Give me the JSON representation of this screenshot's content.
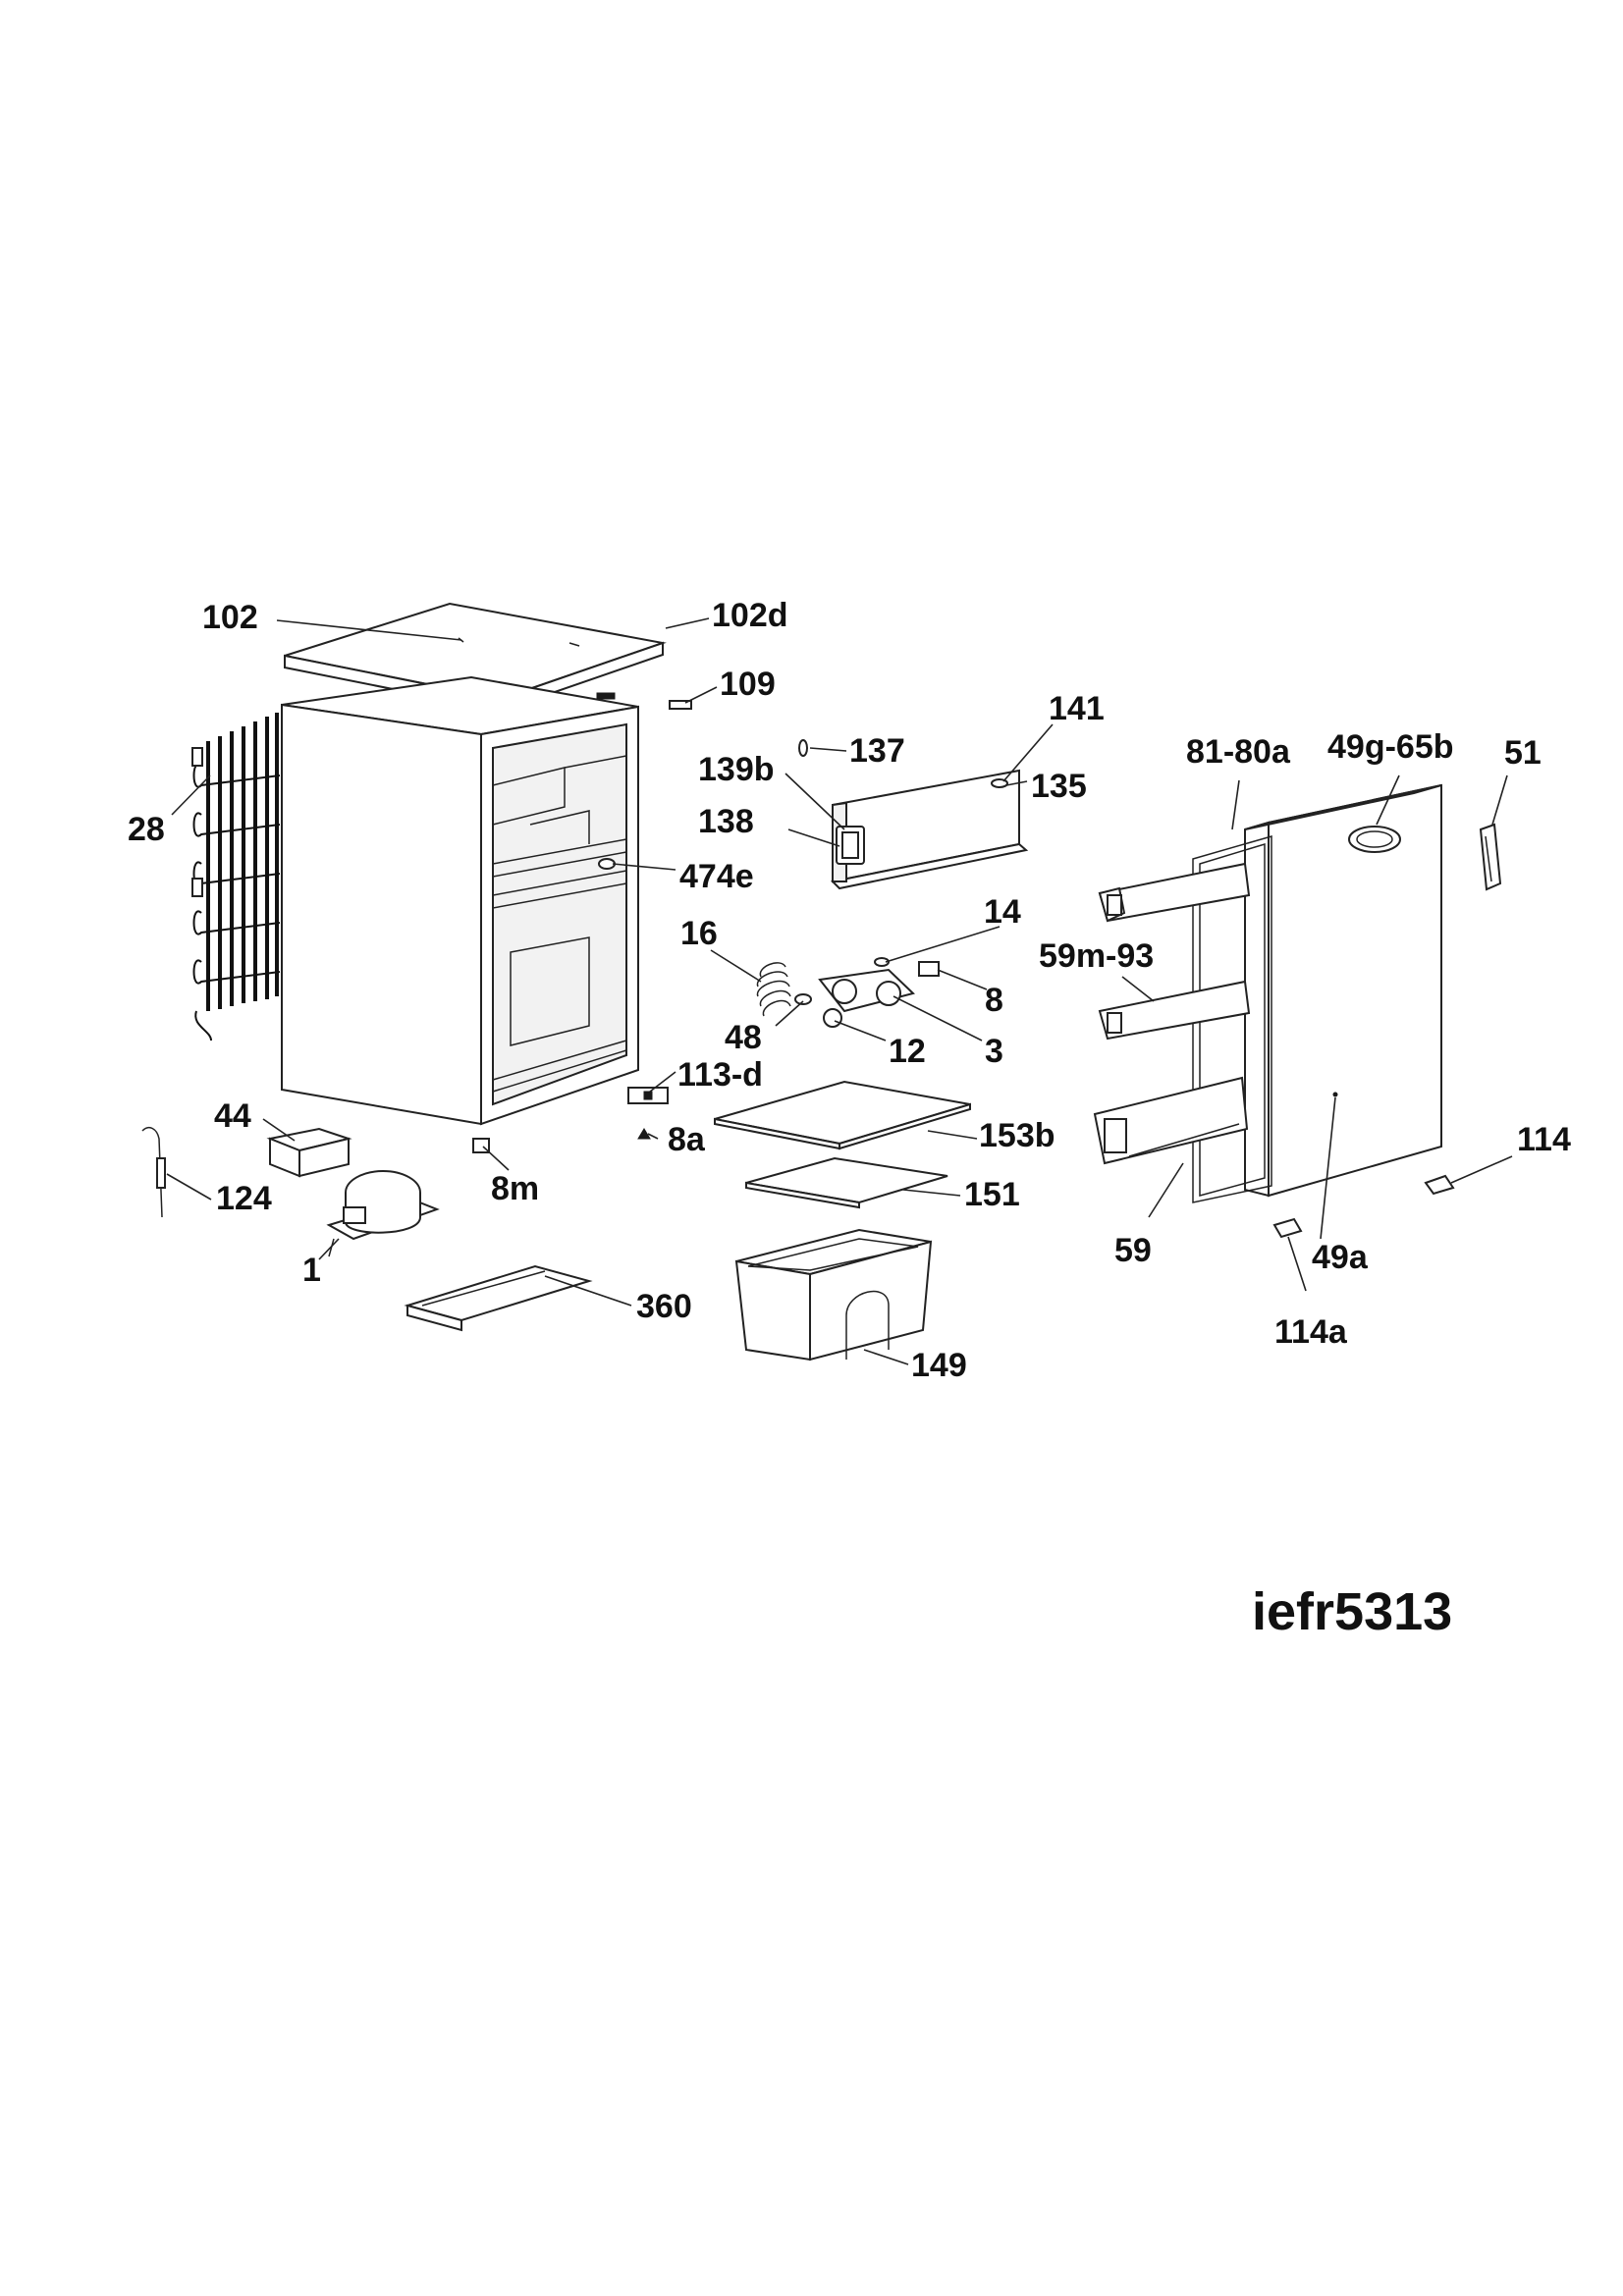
{
  "model_code": "iefr5313",
  "part_labels": {
    "p102": "102",
    "p102d": "102d",
    "p109": "109",
    "p141": "141",
    "p137": "137",
    "p139b": "139b",
    "p135": "135",
    "p138": "138",
    "p28": "28",
    "p474e": "474e",
    "p16": "16",
    "p14": "14",
    "p8": "8",
    "p48": "48",
    "p12": "12",
    "p3": "3",
    "p113d": "113-d",
    "p44": "44",
    "p8a": "8a",
    "p153b": "153b",
    "p124": "124",
    "p8m": "8m",
    "p151": "151",
    "p1": "1",
    "p360": "360",
    "p149": "149",
    "p81_80a": "81-80a",
    "p49g_65b": "49g-65b",
    "p51": "51",
    "p59m_93": "59m-93",
    "p114": "114",
    "p59": "59",
    "p49a": "49a",
    "p114a": "114a"
  }
}
